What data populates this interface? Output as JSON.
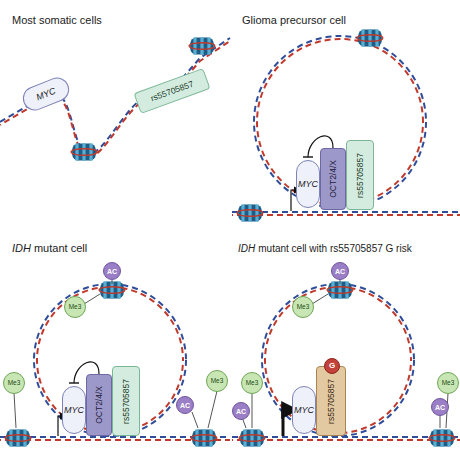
{
  "diagram": {
    "nodes": [
      {
        "text": [
          "MYC"
        ]
      },
      {
        "text": [
          "rs55705857"
        ]
      },
      {
        "text": [
          "MYC"
        ]
      },
      {
        "text": [
          "OCT2/4/X"
        ]
      },
      {
        "text": [
          "rs55705857"
        ]
      },
      {
        "text": [
          "AC"
        ]
      },
      {
        "text": [
          "Me3"
        ]
      },
      {
        "text": [
          "Me3"
        ]
      },
      {
        "text": [
          "MYC"
        ]
      },
      {
        "text": [
          "OCT2/4/X"
        ]
      },
      {
        "text": [
          "rs55705857"
        ]
      },
      {
        "text": [
          "Me3"
        ]
      },
      {
        "text": [
          "AC"
        ]
      },
      {
        "text": [
          "AC"
        ]
      },
      {
        "text": [
          "Me3"
        ]
      },
      {
        "text": [
          "Me3"
        ]
      },
      {
        "text": [
          "AC"
        ]
      },
      {
        "text": [
          "MYC"
        ]
      },
      {
        "text": [
          "rs55705857"
        ]
      },
      {
        "text": [
          "G"
        ],
        "in": 18
      },
      {
        "text": [
          "Me3"
        ]
      },
      {
        "text": [
          "AC"
        ]
      }
    ],
    "edges": [
      {
        "from": 3,
        "to": 2,
        "arrow": "to"
      },
      {
        "from": 9,
        "to": 8,
        "arrow": "to"
      }
    ],
    "labels": [
      "Most somatic cells",
      "Glioma precursor cell",
      "IDH",
      "mutant cell",
      "IDH",
      "mutant cell with rs55705857 G risk"
    ]
  }
}
